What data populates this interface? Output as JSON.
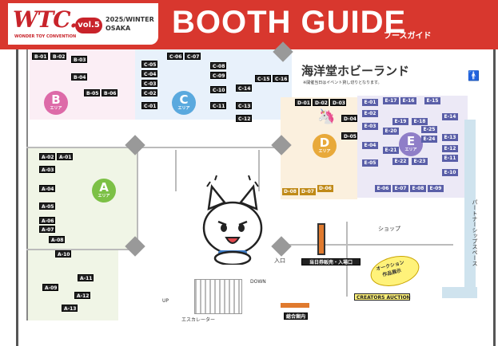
{
  "header": {
    "logo_text": "WTC.",
    "logo_subtitle": "WONDER TOY CONVENTION",
    "volume": "vol.5",
    "season": "2025/WINTER\nOSAKA",
    "title": "BOOTH GUIDE",
    "title_jp": "ブースガイド"
  },
  "colors": {
    "header_red": "#d8372e",
    "area_a": "#f0f5e6",
    "area_b": "#fbeef5",
    "area_c": "#e8f1fb",
    "area_d": "#fbf0de",
    "area_e": "#ece9f6",
    "badge_a": "#7cc046",
    "badge_b": "#dd6aa8",
    "badge_c": "#5aa9de",
    "badge_d": "#e8a93a",
    "badge_e": "#8f7ec8"
  },
  "areas": {
    "a": {
      "letter": "A",
      "label": "エリア"
    },
    "b": {
      "letter": "B",
      "label": "エリア"
    },
    "c": {
      "letter": "C",
      "label": "エリア"
    },
    "d": {
      "letter": "D",
      "label": "エリア"
    },
    "e": {
      "letter": "E",
      "label": "エリア"
    }
  },
  "kaiyodo": {
    "title": "海洋堂ホビーランド",
    "note": "※開催当日はイベント貸し切りとなります。"
  },
  "booths": {
    "B": [
      "B-01",
      "B-02",
      "B-03",
      "B-04",
      "B-05",
      "B-06"
    ],
    "C": [
      "C-01",
      "C-02",
      "C-03",
      "C-04",
      "C-05",
      "C-06",
      "C-07",
      "C-08",
      "C-09",
      "C-10",
      "C-11",
      "C-12",
      "C-13",
      "C-14",
      "C-15",
      "C-16"
    ],
    "A": [
      "A-01",
      "A-02",
      "A-03",
      "A-04",
      "A-05",
      "A-06",
      "A-07",
      "A-08",
      "A-09",
      "A-10",
      "A-11",
      "A-12",
      "A-13"
    ],
    "D": [
      "D-01",
      "D-02",
      "D-03",
      "D-04",
      "D-05",
      "D-06",
      "D-07",
      "D-08"
    ],
    "E": [
      "E-01",
      "E-02",
      "E-03",
      "E-04",
      "E-05",
      "E-06",
      "E-07",
      "E-08",
      "E-09",
      "E-10",
      "E-11",
      "E-12",
      "E-13",
      "E-14",
      "E-15",
      "E-16",
      "E-17",
      "E-18",
      "E-19",
      "E-20",
      "E-21",
      "E-22",
      "E-23",
      "E-24",
      "E-25"
    ]
  },
  "labels": {
    "shop": "ショップ",
    "entrance": "入口",
    "ticket": "当日券販売・入場口",
    "auction_bubble": "オークション\n作品展示",
    "creators_auction": "CREATORS AUCTION",
    "info": "総合案内",
    "escalator": "エスカレーター",
    "up": "UP",
    "down": "DOWN",
    "partner": "パートナーシップスペース",
    "restroom_icon": "restroom-icon"
  }
}
